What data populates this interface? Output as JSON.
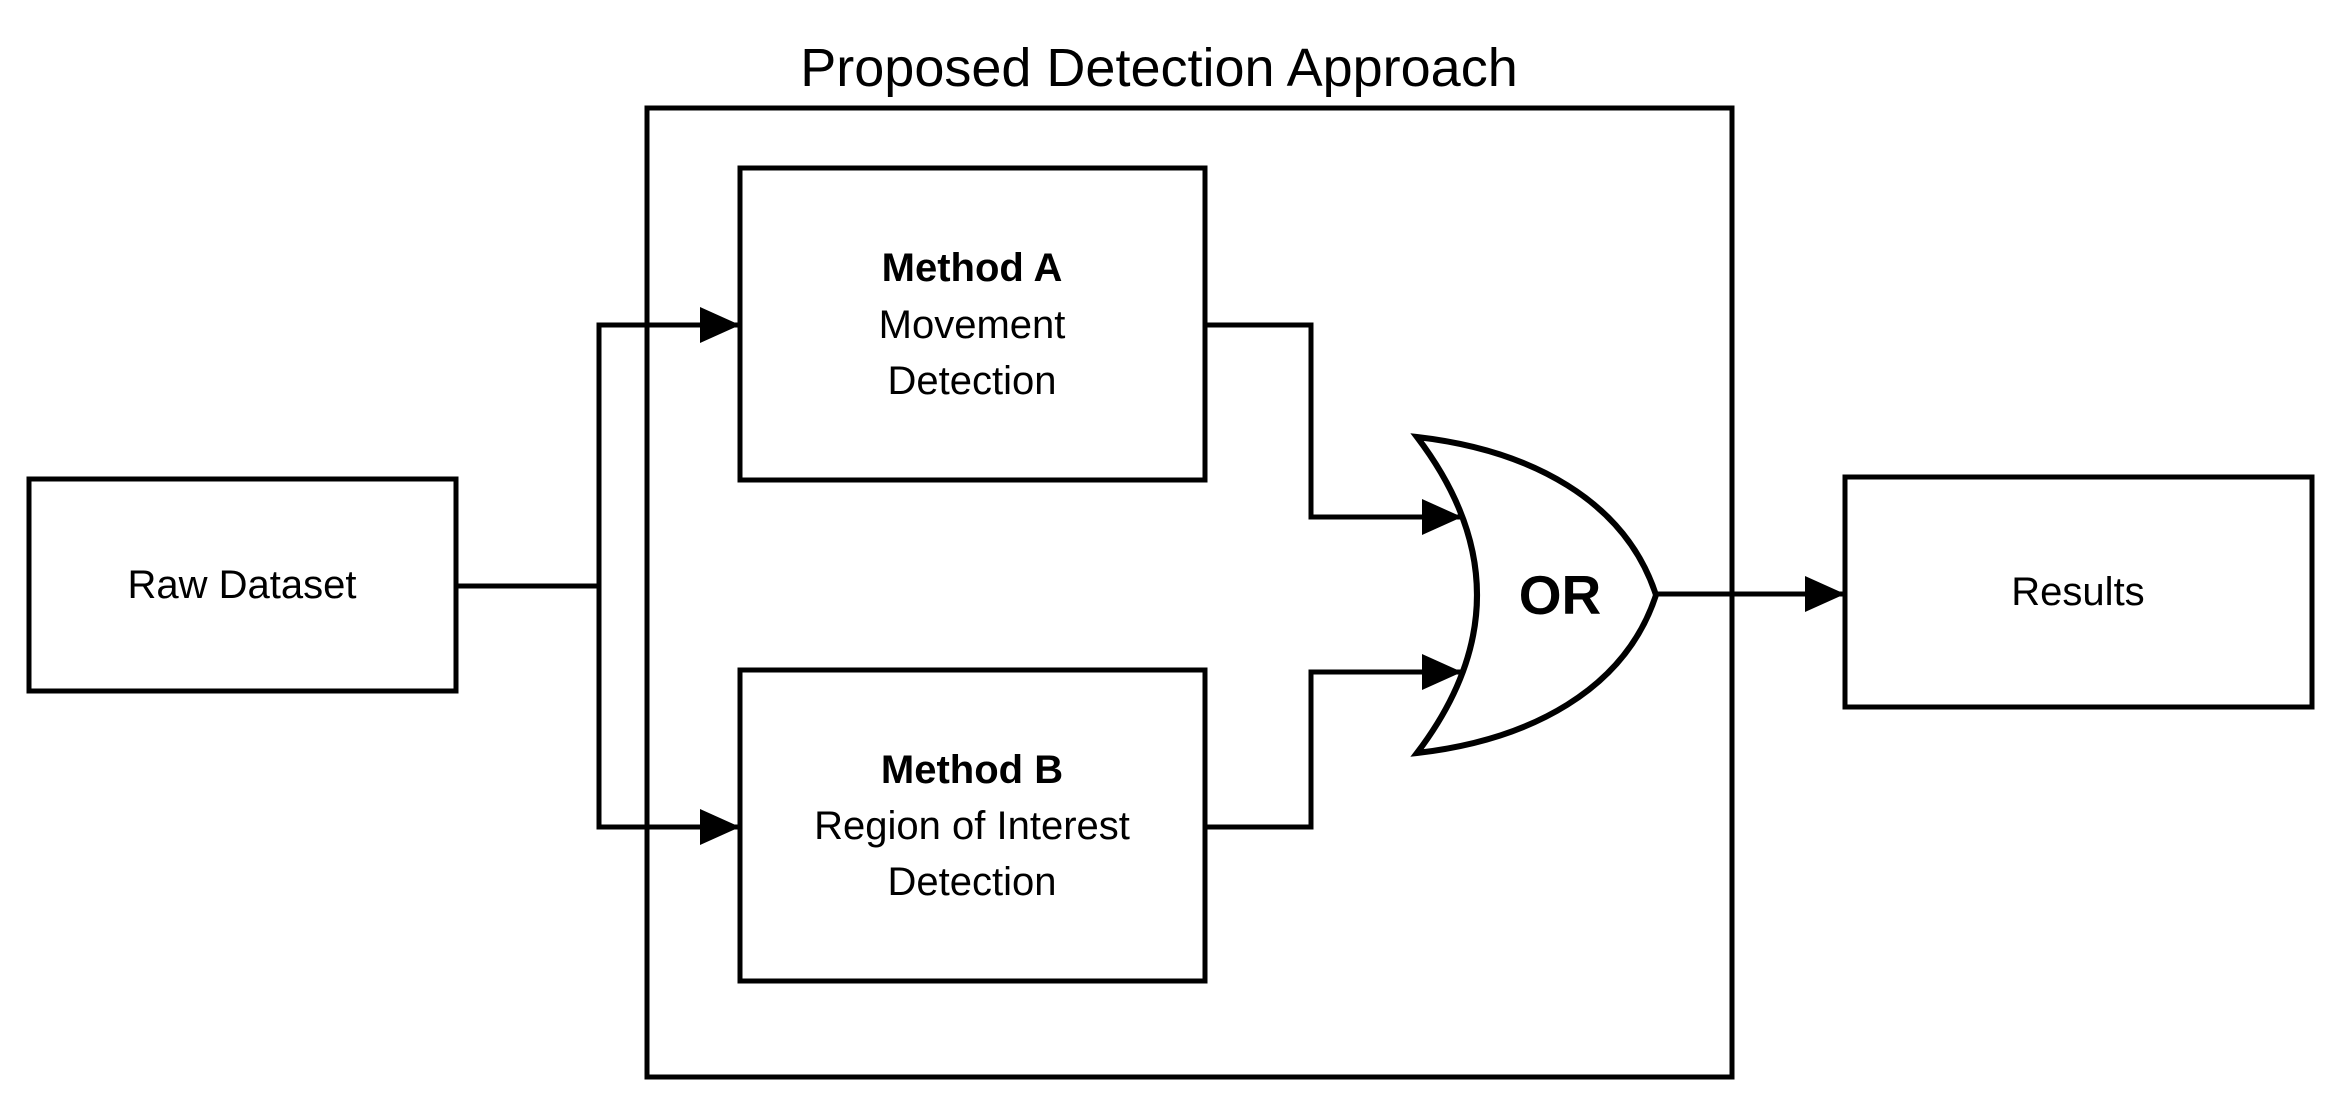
{
  "diagram": {
    "title": "Proposed Detection Approach",
    "background_color": "#ffffff",
    "stroke_color": "#000000",
    "nodes": {
      "raw_dataset": {
        "label": "Raw Dataset"
      },
      "method_a": {
        "name": "Method A",
        "lines": [
          "Movement",
          "Detection"
        ]
      },
      "method_b": {
        "name": "Method B",
        "lines": [
          "Region of Interest",
          "Detection"
        ]
      },
      "or_gate": {
        "label": "OR"
      },
      "results": {
        "label": "Results"
      }
    },
    "connections": [
      "Raw Dataset -> Method A",
      "Raw Dataset -> Method B",
      "Method A -> OR",
      "Method B -> OR",
      "OR -> Results"
    ]
  }
}
